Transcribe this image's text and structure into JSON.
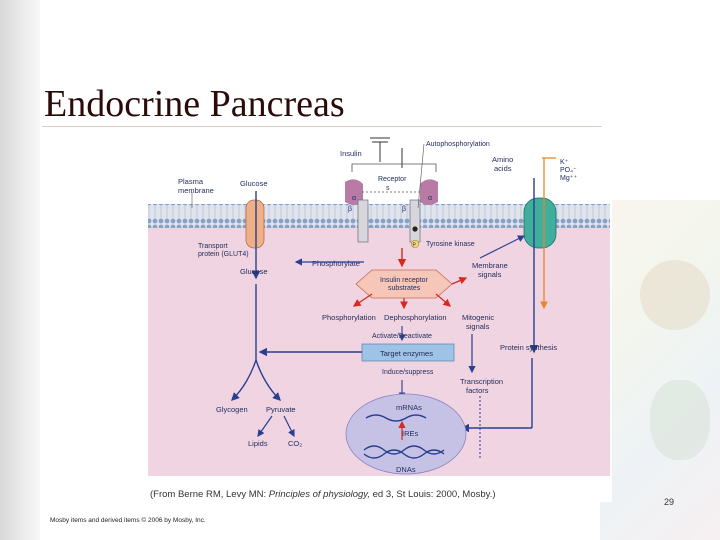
{
  "slide": {
    "title": "Endocrine Pancreas",
    "page_number": "29",
    "copyright": "Mosby items and derived items © 2006 by Mosby, Inc.",
    "citation": {
      "prefix": "(From Berne RM, Levy MN: ",
      "book": "Principles of physiology,",
      "suffix": " ed 3, St Louis: 2000, Mosby.)"
    }
  },
  "diagram": {
    "insulin": "Insulin",
    "receptor": "Receptor",
    "alpha": "α",
    "beta": "β",
    "s_label": "s",
    "plasma_membrane": [
      "Plasma",
      "membrane"
    ],
    "glucose_top": "Glucose",
    "transporter": [
      "Transport",
      "protein (GLUT4)"
    ],
    "glucose_bottom": "Glucose",
    "autophosphorylation": "Autophosphorylation",
    "tyrosine_kinase": "Tyrosine kinase",
    "p_mark": "P",
    "amino_acids": [
      "Amino",
      "acids"
    ],
    "ions": [
      "K⁺",
      "PO₄⁻",
      "Mg⁺⁺"
    ],
    "phosphorylate": "Phosphorylate",
    "membrane_signals": [
      "Membrane",
      "signals"
    ],
    "irs": [
      "Insulin receptor",
      "substrates"
    ],
    "phosphorylation": "Phosphorylation",
    "dephosphorylation": "Dephosphorylation",
    "mitogenic": [
      "Mitogenic",
      "signals"
    ],
    "protein_synthesis": "Protein synthesis",
    "activate": "Activate/Deactivate",
    "target_enzymes": "Target enzymes",
    "induce": "Induce/suppress",
    "transcription": [
      "Transcription",
      "factors"
    ],
    "glycogen": "Glycogen",
    "pyruvate": "Pyruvate",
    "lipids": "Lipids",
    "co2": "CO₂",
    "mrnas": "mRNAs",
    "ires": "IREs",
    "dnas": "DNAs"
  },
  "colors": {
    "title": "#2b0a0a",
    "cytoplasm": "#f0d4e2",
    "arrow_blue": "#2a3f8f",
    "arrow_red": "#d42a1f",
    "arrow_orange": "#e8872a",
    "receptor_purple": "#b77ba6",
    "nucleus": "#c6c2e6",
    "target_box": "#9fc3e6",
    "channel_green": "#3fae9c",
    "transporter": "#f0b087"
  }
}
